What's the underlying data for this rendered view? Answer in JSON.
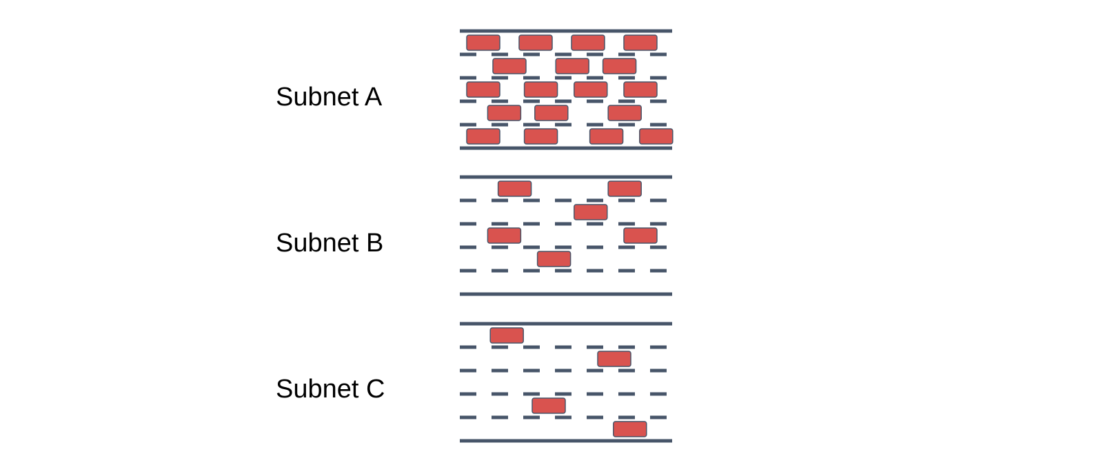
{
  "colors": {
    "line": "#475569",
    "block_fill": "#d9534f",
    "block_stroke": "#475569",
    "label": "#000000"
  },
  "subnets": [
    {
      "label": "Subnet A",
      "lanes": 5,
      "blocks": [
        {
          "lane": 1,
          "slot": 0.0
        },
        {
          "lane": 1,
          "slot": 1.0
        },
        {
          "lane": 1,
          "slot": 2.0
        },
        {
          "lane": 1,
          "slot": 3.0
        },
        {
          "lane": 2,
          "slot": 0.5
        },
        {
          "lane": 2,
          "slot": 1.7
        },
        {
          "lane": 2,
          "slot": 2.6
        },
        {
          "lane": 3,
          "slot": 0.0
        },
        {
          "lane": 3,
          "slot": 1.1
        },
        {
          "lane": 3,
          "slot": 2.05
        },
        {
          "lane": 3,
          "slot": 3.0
        },
        {
          "lane": 4,
          "slot": 0.4
        },
        {
          "lane": 4,
          "slot": 1.3
        },
        {
          "lane": 4,
          "slot": 2.7
        },
        {
          "lane": 5,
          "slot": 0.0
        },
        {
          "lane": 5,
          "slot": 1.1
        },
        {
          "lane": 5,
          "slot": 2.35
        },
        {
          "lane": 5,
          "slot": 3.3
        }
      ]
    },
    {
      "label": "Subnet B",
      "lanes": 5,
      "blocks": [
        {
          "lane": 1,
          "slot": 0.6
        },
        {
          "lane": 1,
          "slot": 2.7
        },
        {
          "lane": 2,
          "slot": 2.05
        },
        {
          "lane": 3,
          "slot": 0.4
        },
        {
          "lane": 3,
          "slot": 3.0
        },
        {
          "lane": 4,
          "slot": 1.35
        }
      ]
    },
    {
      "label": "Subnet C",
      "lanes": 5,
      "blocks": [
        {
          "lane": 1,
          "slot": 0.45
        },
        {
          "lane": 2,
          "slot": 2.5
        },
        {
          "lane": 4,
          "slot": 1.25
        },
        {
          "lane": 5,
          "slot": 2.8
        }
      ]
    }
  ]
}
